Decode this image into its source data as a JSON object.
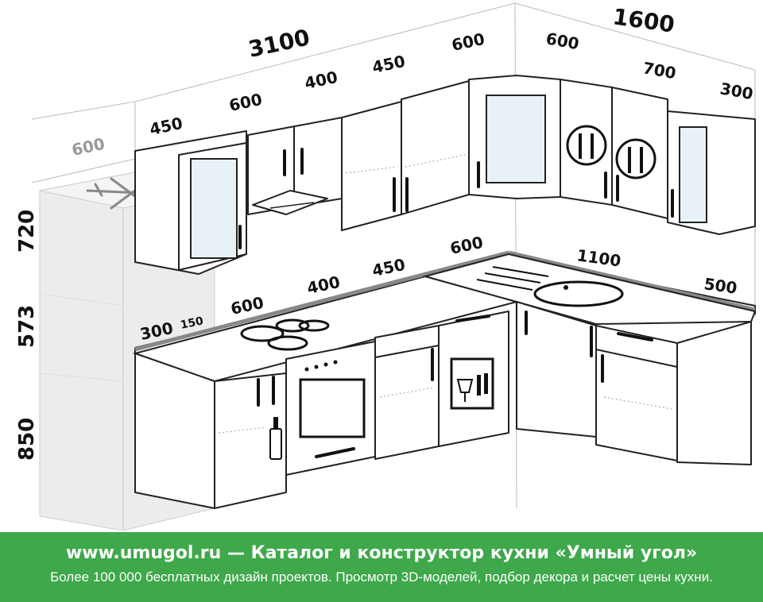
{
  "dimensions": {
    "total_left": "3100",
    "total_right": "1600",
    "upper_left": [
      "450",
      "600",
      "400",
      "450",
      "600"
    ],
    "upper_right": [
      "600",
      "700",
      "300"
    ],
    "fridge_depth": "600",
    "lower_left": [
      "300",
      "150",
      "600",
      "400",
      "450",
      "600"
    ],
    "lower_right": [
      "1100",
      "500"
    ],
    "height_upper": "720",
    "height_middle": "573",
    "height_lower": "850"
  },
  "footer": {
    "title": "www.umugol.ru — Каталог и конструктор кухни «Умный угол»",
    "subtitle": "Более 100 000 бесплатных дизайн проектов. Просмотр 3D-моделей, подбор декора и расчет цены кухни."
  },
  "colors": {
    "footer_bg": "#3ea84a",
    "footer_text": "#ffffff",
    "line": "#222222",
    "fridge_fill": "#ececec"
  },
  "icons": [
    "snowflake-icon",
    "cutlery-icon",
    "bottle-icon",
    "glass-icon"
  ]
}
